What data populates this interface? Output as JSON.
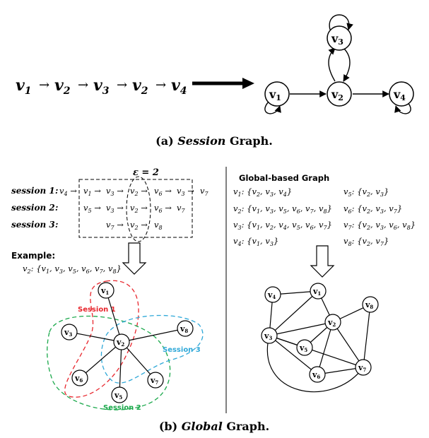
{
  "session_graph": {
    "sequence": [
      {
        "base": "v",
        "sub": "1"
      },
      {
        "base": "v",
        "sub": "2"
      },
      {
        "base": "v",
        "sub": "3"
      },
      {
        "base": "v",
        "sub": "2"
      },
      {
        "base": "v",
        "sub": "4"
      }
    ],
    "arrow": "→",
    "nodes": [
      {
        "id": "v1",
        "base": "v",
        "sub": "1"
      },
      {
        "id": "v2",
        "base": "v",
        "sub": "2"
      },
      {
        "id": "v3",
        "base": "v",
        "sub": "3"
      },
      {
        "id": "v4",
        "base": "v",
        "sub": "4"
      }
    ],
    "edges": [
      {
        "from": "v1",
        "to": "v2"
      },
      {
        "from": "v2",
        "to": "v4"
      },
      {
        "from": "v2",
        "to": "v3"
      },
      {
        "from": "v3",
        "to": "v2"
      }
    ],
    "self_loops": [
      "v1",
      "v3",
      "v4"
    ],
    "caption": {
      "prefix": "(a) ",
      "emph": "Session",
      "suffix": " Graph."
    }
  },
  "global_graph": {
    "epsilon_label": "ε = 2",
    "sessions": [
      {
        "label": "session 1",
        "items": [
          "4",
          "1",
          "3",
          "2",
          "6",
          "3",
          "7"
        ]
      },
      {
        "label": "session 2",
        "items": [
          "5",
          "3",
          "2",
          "6",
          "7"
        ]
      },
      {
        "label": "session 3",
        "items": [
          "7",
          "2",
          "8"
        ]
      }
    ],
    "example_title": "Example:",
    "example_set": {
      "node": "2",
      "items": [
        "1",
        "3",
        "5",
        "6",
        "7",
        "8"
      ]
    },
    "left_graph": {
      "nodes": [
        {
          "id": "v1",
          "sub": "1"
        },
        {
          "id": "v2",
          "sub": "2"
        },
        {
          "id": "v3",
          "sub": "3"
        },
        {
          "id": "v5",
          "sub": "5"
        },
        {
          "id": "v6",
          "sub": "6"
        },
        {
          "id": "v7",
          "sub": "7"
        },
        {
          "id": "v8",
          "sub": "8"
        }
      ],
      "session_labels": [
        {
          "text": "Session 1",
          "color": "#e8262d"
        },
        {
          "text": "Session 2",
          "color": "#19a84a"
        },
        {
          "text": "Session 3",
          "color": "#2fa8d8"
        }
      ]
    },
    "right_title": "Global-based Graph",
    "neighbor_sets": [
      {
        "node": "1",
        "items": [
          "2",
          "3",
          "4"
        ]
      },
      {
        "node": "2",
        "items": [
          "1",
          "3",
          "5",
          "6",
          "7",
          "8"
        ]
      },
      {
        "node": "3",
        "items": [
          "1",
          "2",
          "4",
          "5",
          "6",
          "7"
        ]
      },
      {
        "node": "4",
        "items": [
          "1",
          "3"
        ]
      },
      {
        "node": "5",
        "items": [
          "2",
          "3"
        ]
      },
      {
        "node": "6",
        "items": [
          "2",
          "3",
          "7"
        ]
      },
      {
        "node": "7",
        "items": [
          "2",
          "3",
          "6",
          "8"
        ]
      },
      {
        "node": "8",
        "items": [
          "2",
          "7"
        ]
      }
    ],
    "right_graph": {
      "nodes": [
        {
          "id": "v1",
          "sub": "1"
        },
        {
          "id": "v2",
          "sub": "2"
        },
        {
          "id": "v3",
          "sub": "3"
        },
        {
          "id": "v4",
          "sub": "4"
        },
        {
          "id": "v5",
          "sub": "5"
        },
        {
          "id": "v6",
          "sub": "6"
        },
        {
          "id": "v7",
          "sub": "7"
        },
        {
          "id": "v8",
          "sub": "8"
        }
      ]
    },
    "caption": {
      "prefix": "(b) ",
      "emph": "Global",
      "suffix": " Graph."
    }
  }
}
